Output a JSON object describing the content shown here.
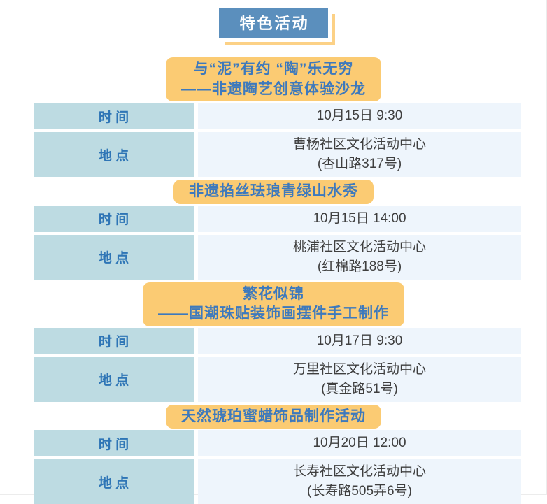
{
  "page": {
    "header_badge": "特色活动"
  },
  "labels": {
    "time": "时 间",
    "location": "地 点"
  },
  "colors": {
    "header_bg": "#5b8fbd",
    "header_text": "#ffffff",
    "accent_yellow": "#fbcb73",
    "title_text": "#3d79bd",
    "label_bg": "#bddbe2",
    "label_text": "#2e75b6",
    "value_bg": "#eef5fc",
    "value_text": "#3f3f3f"
  },
  "events": [
    {
      "title_line1": "与“泥”有约 “陶”乐无穷",
      "title_line2": "——非遗陶艺创意体验沙龙",
      "time": "10月15日 9:30",
      "venue": "曹杨社区文化活动中心",
      "address": "(杏山路317号)"
    },
    {
      "title_line1": "非遗掐丝珐琅青绿山水秀",
      "time": "10月15日 14:00",
      "venue": "桃浦社区文化活动中心",
      "address": "(红棉路188号)"
    },
    {
      "title_line1": "繁花似锦",
      "title_line2": "——国潮珠贴装饰画摆件手工制作",
      "time": "10月17日 9:30",
      "venue": "万里社区文化活动中心",
      "address": "(真金路51号)"
    },
    {
      "title_line1": "天然琥珀蜜蜡饰品制作活动",
      "time": "10月20日 12:00",
      "venue": "长寿社区文化活动中心",
      "address": "(长寿路505弄6号)"
    }
  ]
}
